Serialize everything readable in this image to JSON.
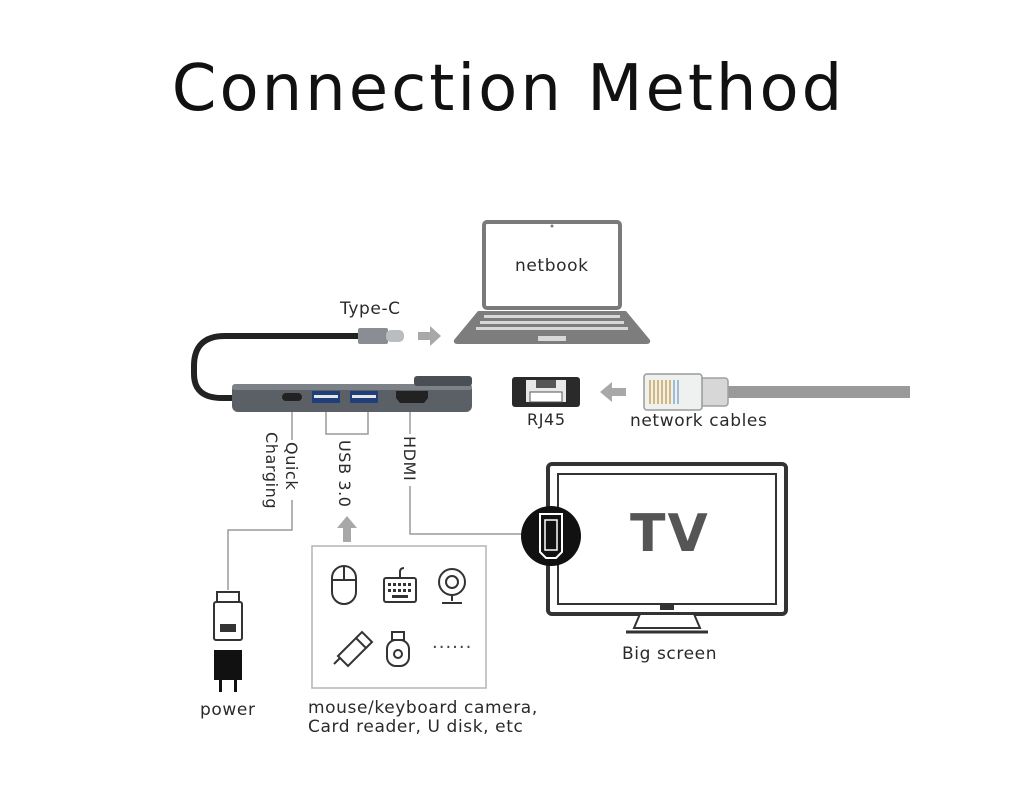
{
  "title": "Connection Method",
  "labels": {
    "netbook": "netbook",
    "type_c": "Type-C",
    "rj45": "RJ45",
    "network_cables": "network cables",
    "quick_charging_1": "Quick",
    "quick_charging_2": "Charging",
    "usb": "USB 3.0",
    "hdmi": "HDMI",
    "tv": "TV",
    "big_screen": "Big screen",
    "power": "power",
    "devices_1": "mouse/keyboard camera,",
    "devices_2": "Card reader, U disk, etc",
    "ellipsis": "......"
  },
  "icons": [
    "netbook-icon",
    "hub-icon",
    "rj45-port-icon",
    "ethernet-plug-icon",
    "tv-icon",
    "hdmi-plug-icon",
    "usb-plug-icon",
    "power-adapter-icon",
    "mouse-icon",
    "keyboard-icon",
    "webcam-icon",
    "usb-flash-drive-icon",
    "u-disk-icon"
  ],
  "colors": {
    "line": "#9a9a9a",
    "device": "#6e6e6e",
    "hub": "#5b5f66",
    "text": "#2a2a2a"
  }
}
